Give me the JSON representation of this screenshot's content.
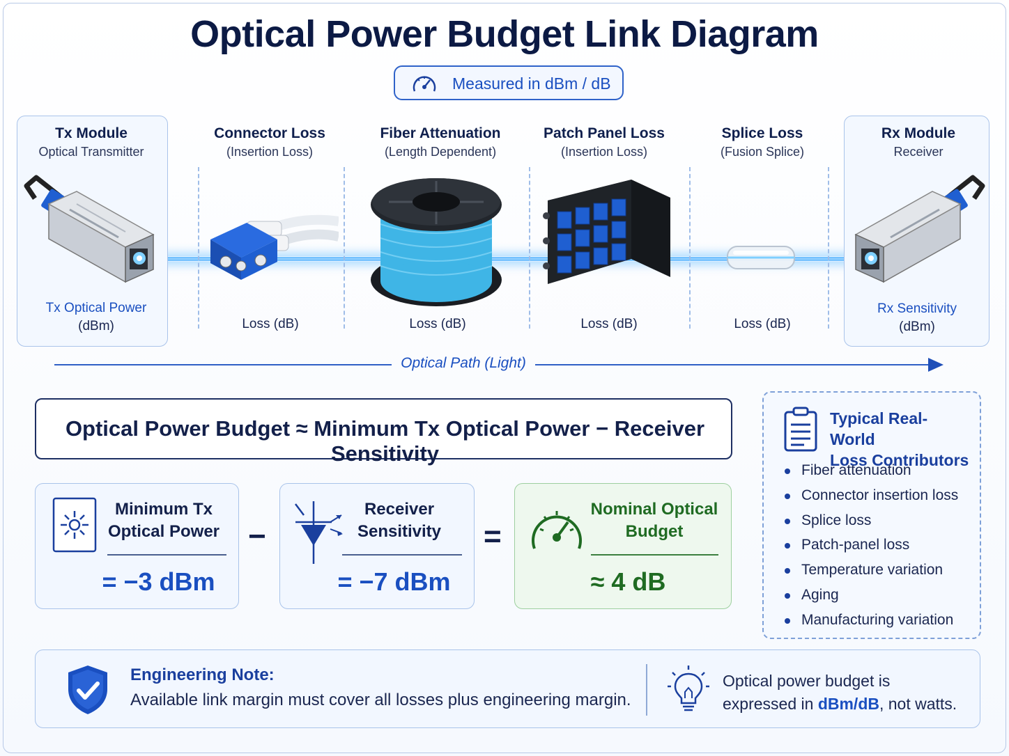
{
  "title": "Optical Power Budget Link Diagram",
  "badge": {
    "text": "Measured in dBm / dB",
    "icon": "gauge-icon"
  },
  "components": [
    {
      "id": "tx",
      "title": "Tx Module",
      "subtitle": "Optical Transmitter",
      "footer": "Tx Optical Power",
      "footer_unit": "(dBm)",
      "icon": "sfp-transceiver-icon"
    },
    {
      "id": "connector",
      "title": "Connector Loss",
      "subtitle": "(Insertion Loss)",
      "footer": "Loss (dB)",
      "icon": "duplex-connector-icon"
    },
    {
      "id": "fiber",
      "title": "Fiber Attenuation",
      "subtitle": "(Length Dependent)",
      "footer": "Loss (dB)",
      "icon": "fiber-spool-icon"
    },
    {
      "id": "patch",
      "title": "Patch Panel Loss",
      "subtitle": "(Insertion Loss)",
      "footer": "Loss (dB)",
      "icon": "patch-panel-icon"
    },
    {
      "id": "splice",
      "title": "Splice Loss",
      "subtitle": "(Fusion Splice)",
      "footer": "Loss (dB)",
      "icon": "splice-sleeve-icon"
    },
    {
      "id": "rx",
      "title": "Rx Module",
      "subtitle": "Receiver",
      "footer": "Rx Sensitivity",
      "footer_unit": "(dBm)",
      "icon": "sfp-transceiver-icon"
    }
  ],
  "optical_path_label": "Optical Path (Light)",
  "formula": "Optical Power Budget ≈ Minimum Tx Optical Power − Receiver Sensitivity",
  "calculation": {
    "tx": {
      "line1": "Minimum Tx",
      "line2": "Optical Power",
      "value": "= −3 dBm",
      "icon": "laser-icon"
    },
    "minus": "−",
    "rx": {
      "line1": "Receiver",
      "line2": "Sensitivity",
      "value": "= −7 dBm",
      "icon": "photodiode-icon"
    },
    "equals": "=",
    "result": {
      "line1": "Nominal Optical",
      "line2": "Budget",
      "value": "≈ 4 dB",
      "icon": "gauge-icon"
    }
  },
  "contributors": {
    "title_line1": "Typical Real-World",
    "title_line2": "Loss Contributors",
    "icon": "clipboard-icon",
    "items": [
      "Fiber attenuation",
      "Connector insertion loss",
      "Splice loss",
      "Patch-panel loss",
      "Temperature variation",
      "Aging",
      "Manufacturing variation"
    ]
  },
  "note": {
    "title": "Engineering Note:",
    "body": "Available link margin must cover all losses plus engineering margin.",
    "icon": "shield-check-icon",
    "tip_prefix": "Optical power budget is expressed in ",
    "tip_highlight": "dBm/dB",
    "tip_suffix": ", not watts.",
    "tip_icon": "lightbulb-icon"
  },
  "colors": {
    "accent": "#1a4fc0",
    "navy": "#13204a",
    "green": "#1f6b22",
    "beam": "#3aa7ff"
  }
}
